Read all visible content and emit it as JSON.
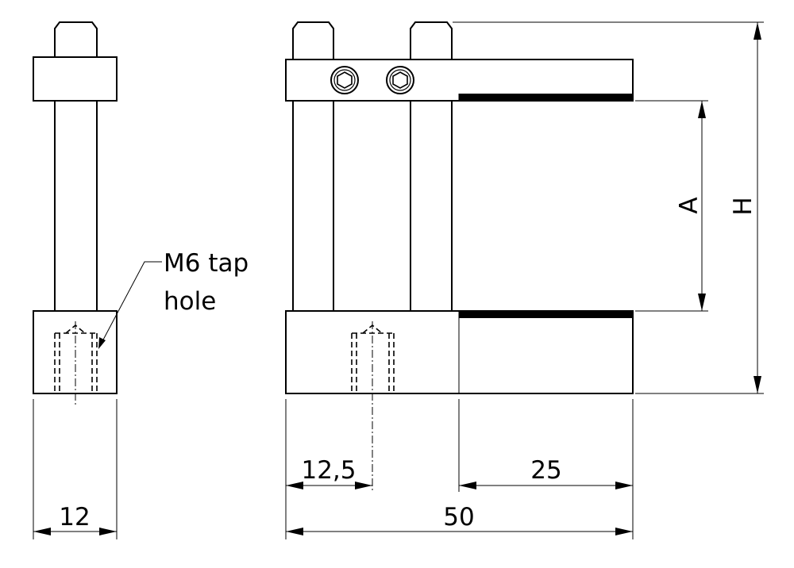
{
  "labels": {
    "tap_hole_line1": "M6 tap",
    "tap_hole_line2": "hole",
    "dim_12": "12",
    "dim_12_5": "12,5",
    "dim_25": "25",
    "dim_50": "50",
    "dim_A": "A",
    "dim_H": "H"
  },
  "colors": {
    "line": "#000000",
    "background": "#ffffff"
  }
}
